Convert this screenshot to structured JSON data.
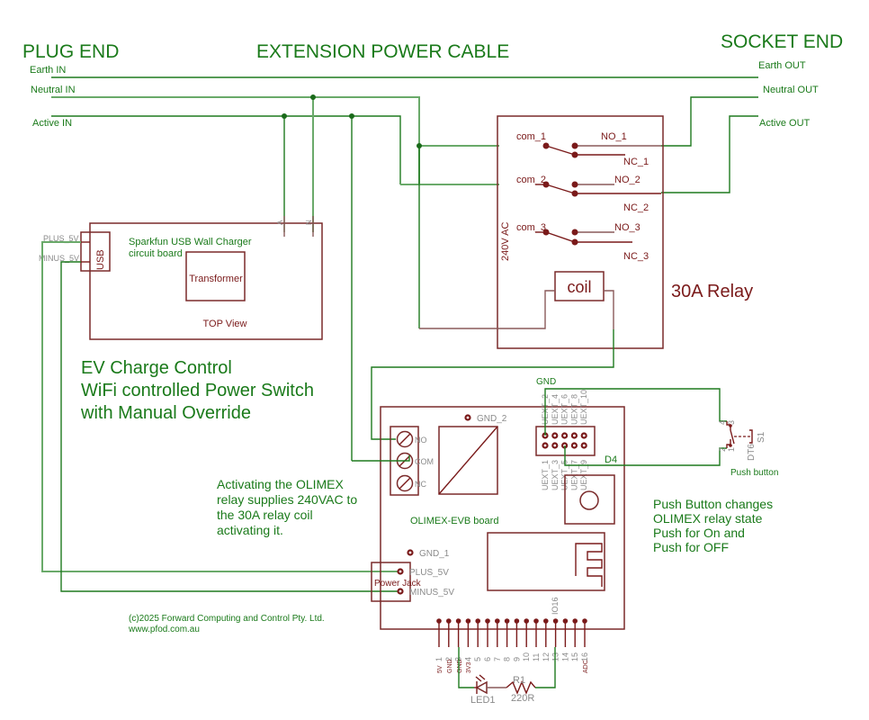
{
  "titles": {
    "plug_end": "PLUG END",
    "cable": "EXTENSION POWER CABLE",
    "socket_end": "SOCKET END"
  },
  "inputs": {
    "earth_in": "Earth IN",
    "neutral_in": "Neutral IN",
    "active_in": "Active IN"
  },
  "outputs": {
    "earth_out": "Earth OUT",
    "neutral_out": "Neutral OUT",
    "active_out": "Active OUT"
  },
  "relay": {
    "title": "30A Relay",
    "side_label": "240V AC",
    "coil": "coil",
    "com_1": "com_1",
    "no_1": "NO_1",
    "nc_1": "NC_1",
    "com_2": "com_2",
    "no_2": "NO_2",
    "nc_2": "NC_2",
    "com_3": "com_3",
    "no_3": "NO_3",
    "nc_3": "NC_3"
  },
  "charger": {
    "title_line1": "Sparkfun USB Wall Charger",
    "title_line2": "circuit board",
    "transformer": "Transformer",
    "view": "TOP View",
    "usb": "USB",
    "plus": "PLUS_5V",
    "minus": "MINUS_5V",
    "pin_a": "A",
    "pin_n": "N"
  },
  "heading": {
    "line1": "EV Charge Control",
    "line2": "WiFi controlled Power Switch",
    "line3": "with Manual Override"
  },
  "note_relay": {
    "line1": "Activating the OLIMEX",
    "line2": "relay supplies 240VAC to",
    "line3": "the 30A relay coil",
    "line4": "activating it."
  },
  "olimex": {
    "board": "OLIMEX-EVB board",
    "gnd_1": "GND_1",
    "gnd_2": "GND_2",
    "no": "NO",
    "com": "COM",
    "nc": "NC",
    "power_jack": "Power Jack",
    "plus": "PLUS_5V",
    "minus": "MINUS_5V",
    "io16": "IO16",
    "gnd_net": "GND",
    "d4_net": "D4",
    "uext_top": [
      "UEXT_2",
      "UEXT_4",
      "UEXT_6",
      "UEXT_8",
      "UEXT_10"
    ],
    "uext_bottom": [
      "UEXT_1",
      "UEXT_3",
      "UEXT_5",
      "UEXT_7",
      "UEXT_9"
    ],
    "pin_numbers": [
      "1",
      "2",
      "3",
      "4",
      "5",
      "6",
      "7",
      "8",
      "9",
      "10",
      "11",
      "12",
      "13",
      "14",
      "15",
      "16"
    ],
    "pin_names": [
      "5V",
      "GND",
      "GND",
      "3V3",
      "ADC"
    ]
  },
  "push_button": {
    "label": "Push button",
    "ref": "S1",
    "part": "DT6",
    "pins": [
      "1",
      "2",
      "3",
      "4"
    ]
  },
  "note_button": {
    "line1": "Push Button changes",
    "line2": "OLIMEX relay state",
    "line3": "Push for On and",
    "line4": "Push for OFF"
  },
  "led": {
    "ref": "LED1"
  },
  "resistor": {
    "ref": "R1",
    "value": "220R"
  },
  "footer": {
    "copyright": "(c)2025 Forward Computing and Control Pty. Ltd.",
    "url": "www.pfod.com.au"
  }
}
